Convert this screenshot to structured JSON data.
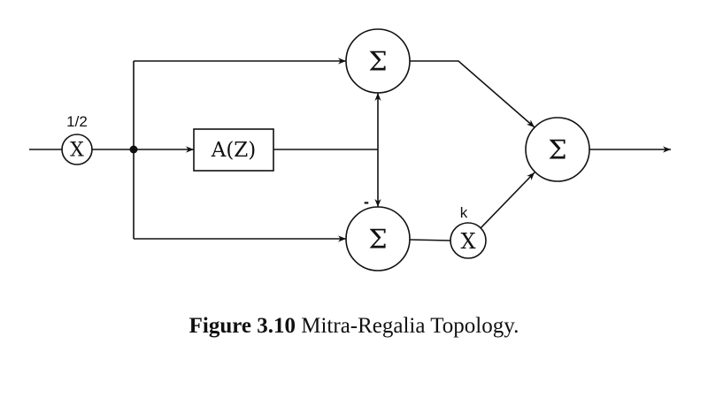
{
  "figure": {
    "caption_number": "Figure 3.10",
    "caption_text": "Mitra-Regalia Topology."
  },
  "nodes": {
    "input_gain": {
      "symbol": "X",
      "label": "1/2"
    },
    "allpass": {
      "label": "A(Z)"
    },
    "sum_top": {
      "symbol": "Σ"
    },
    "sum_bottom": {
      "symbol": "Σ",
      "sign_label": "-"
    },
    "gain_k": {
      "symbol": "X",
      "label": "k"
    },
    "sum_output": {
      "symbol": "Σ"
    }
  },
  "colors": {
    "ink": "#111111",
    "background": "#ffffff"
  }
}
